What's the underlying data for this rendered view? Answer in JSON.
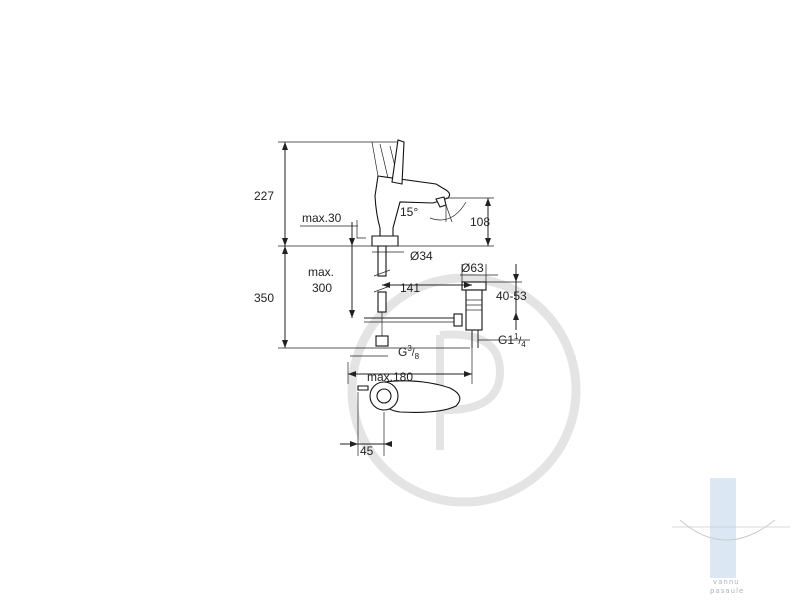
{
  "labels": {
    "h_top": "227",
    "h_outlet": "108",
    "angle": "15°",
    "max_30": "max.30",
    "dia_34": "Ø34",
    "dia_63": "Ø63",
    "max_300_a": "max.",
    "max_300_b": "300",
    "h_total": "350",
    "w_141": "141",
    "range_40_53": "40-53",
    "g_small_base": "G",
    "g_small_sup": "3",
    "g_small_sub": "/",
    "g_small_den": "8",
    "g_big_base": "G1",
    "g_big_sup": "1",
    "g_big_sub": "/",
    "g_big_den": "4",
    "max_180": "max.180",
    "w_45": "45"
  },
  "watermark": {
    "text_line1": "vannu",
    "text_line2": "pasaule",
    "accent_color": "#dbe8f4",
    "ring_color": "#e6e6e6"
  }
}
